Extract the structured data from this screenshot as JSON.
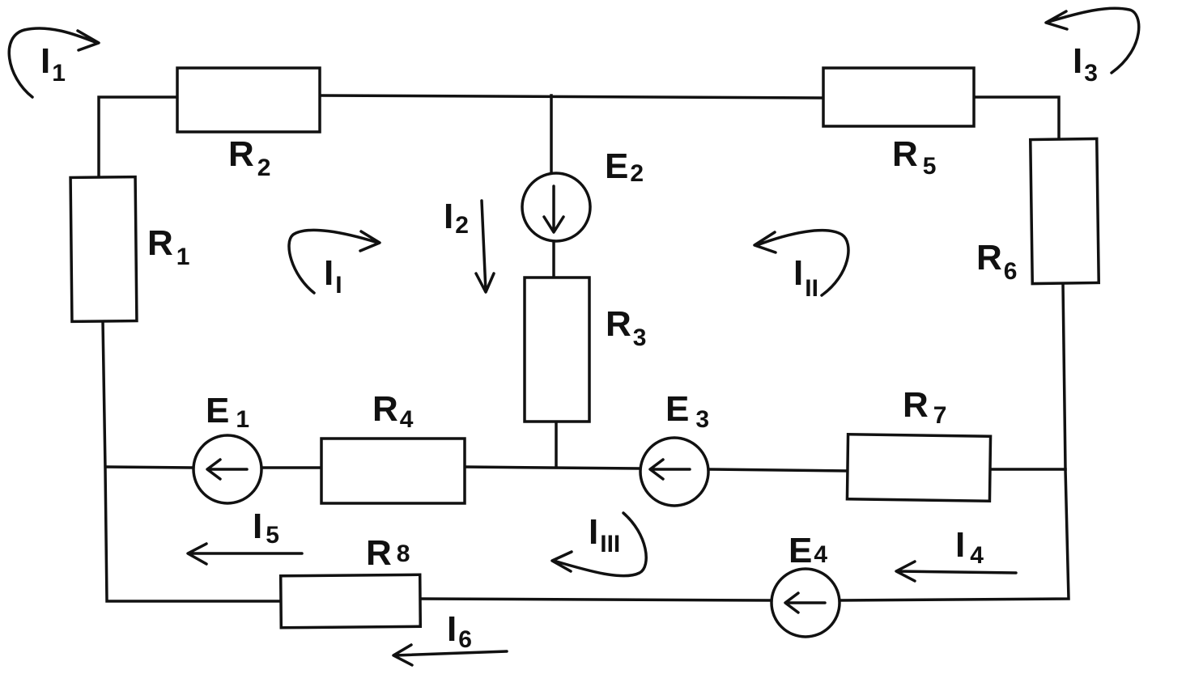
{
  "resistors": {
    "r1": {
      "letter": "R",
      "index": "1"
    },
    "r2": {
      "letter": "R",
      "index": "2"
    },
    "r3": {
      "letter": "R",
      "index": "3"
    },
    "r4": {
      "letter": "R",
      "index": "4"
    },
    "r5": {
      "letter": "R",
      "index": "5"
    },
    "r6": {
      "letter": "R",
      "index": "6"
    },
    "r7": {
      "letter": "R",
      "index": "7"
    },
    "r8": {
      "letter": "R",
      "index": "8"
    }
  },
  "sources": {
    "e1": {
      "letter": "E",
      "index": "1"
    },
    "e2": {
      "letter": "E",
      "index": "2"
    },
    "e3": {
      "letter": "E",
      "index": "3"
    },
    "e4": {
      "letter": "E",
      "index": "4"
    }
  },
  "currents": {
    "i1": {
      "letter": "I",
      "index": "1"
    },
    "i2": {
      "letter": "I",
      "index": "2"
    },
    "i3": {
      "letter": "I",
      "index": "3"
    },
    "i4": {
      "letter": "I",
      "index": "4"
    },
    "i5": {
      "letter": "I",
      "index": "5"
    },
    "i6": {
      "letter": "I",
      "index": "6"
    }
  },
  "loops": {
    "l1": {
      "letter": "I",
      "index": "I"
    },
    "l2": {
      "letter": "I",
      "index": "II"
    },
    "l3": {
      "letter": "I",
      "index": "III"
    }
  },
  "icons": {
    "resistor": "resistor-icon",
    "source": "voltage-source-icon",
    "arrow": "current-arrow-icon",
    "loop": "loop-arrow-icon"
  }
}
